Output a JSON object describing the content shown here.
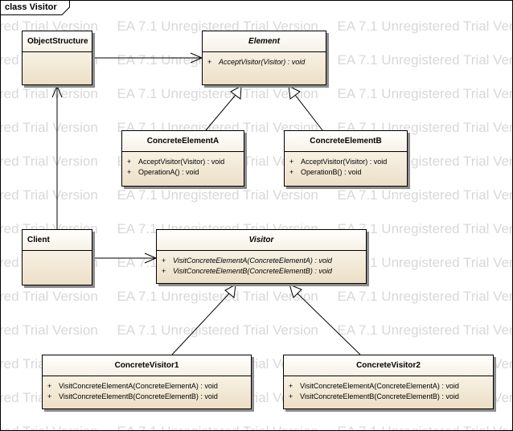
{
  "frame": {
    "label": "class Visitor"
  },
  "watermark": {
    "unit": "EA 7.1 Unregistered Trial Version",
    "tail": "red Trial Version"
  },
  "classes": {
    "object_structure": {
      "name": "ObjectStructure",
      "abstract": false,
      "operations": []
    },
    "element": {
      "name": "Element",
      "abstract": true,
      "operations": [
        {
          "visibility": "+",
          "signature": "AcceptVisitor(Visitor) : void",
          "abstract": true
        }
      ]
    },
    "concrete_element_a": {
      "name": "ConcreteElementA",
      "abstract": false,
      "operations": [
        {
          "visibility": "+",
          "signature": "AcceptVisitor(Visitor) : void",
          "abstract": false
        },
        {
          "visibility": "+",
          "signature": "OperationA() : void",
          "abstract": false
        }
      ]
    },
    "concrete_element_b": {
      "name": "ConcreteElementB",
      "abstract": false,
      "operations": [
        {
          "visibility": "+",
          "signature": "AcceptVisitor(Visitor) : void",
          "abstract": false
        },
        {
          "visibility": "+",
          "signature": "OperationB() : void",
          "abstract": false
        }
      ]
    },
    "client": {
      "name": "Client",
      "abstract": false,
      "operations": []
    },
    "visitor": {
      "name": "Visitor",
      "abstract": true,
      "operations": [
        {
          "visibility": "+",
          "signature": "VisitConcreteElementA(ConcreteElementA) : void",
          "abstract": true
        },
        {
          "visibility": "+",
          "signature": "VisitConcreteElementB(ConcreteElementB) : void",
          "abstract": true
        }
      ]
    },
    "concrete_visitor_1": {
      "name": "ConcreteVisitor1",
      "abstract": false,
      "operations": [
        {
          "visibility": "+",
          "signature": "VisitConcreteElementA(ConcreteElementA) : void",
          "abstract": false
        },
        {
          "visibility": "+",
          "signature": "VisitConcreteElementB(ConcreteElementB) : void",
          "abstract": false
        }
      ]
    },
    "concrete_visitor_2": {
      "name": "ConcreteVisitor2",
      "abstract": false,
      "operations": [
        {
          "visibility": "+",
          "signature": "VisitConcreteElementA(ConcreteElementA) : void",
          "abstract": false
        },
        {
          "visibility": "+",
          "signature": "VisitConcreteElementB(ConcreteElementB) : void",
          "abstract": false
        }
      ]
    }
  },
  "relationships": [
    {
      "type": "association",
      "from": "ObjectStructure",
      "to": "Element"
    },
    {
      "type": "generalization",
      "from": "ConcreteElementA",
      "to": "Element"
    },
    {
      "type": "generalization",
      "from": "ConcreteElementB",
      "to": "Element"
    },
    {
      "type": "association",
      "from": "Client",
      "to": "ObjectStructure"
    },
    {
      "type": "association",
      "from": "Client",
      "to": "Visitor"
    },
    {
      "type": "generalization",
      "from": "ConcreteVisitor1",
      "to": "Visitor"
    },
    {
      "type": "generalization",
      "from": "ConcreteVisitor2",
      "to": "Visitor"
    }
  ]
}
